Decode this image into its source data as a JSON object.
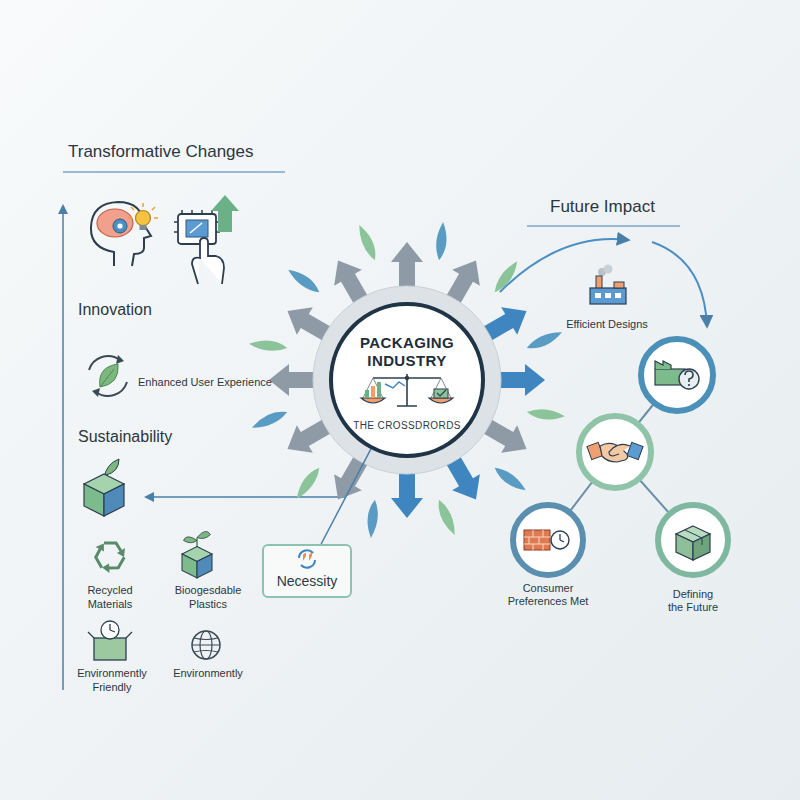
{
  "diagram": {
    "nodes": [
      {
        "text": [
          "PACKAGING INDUSTRY",
          "THE CROSSDRORDS"
        ]
      },
      {
        "text": [
          "Necessity"
        ]
      },
      {
        "text": [
          "Consumer Preferences Met"
        ]
      },
      {
        "text": [
          "Defining the Future"
        ]
      }
    ],
    "edges": [
      {
        "from": 0,
        "to": 1,
        "arrow": "none"
      }
    ],
    "labels": [
      "Transformative Changes",
      "Innovation",
      "Enhanced User Experience",
      "Sustainability",
      "Recycled Materials",
      "Bioogesdable Plastics",
      "Environmently Friendly",
      "Environmently",
      "Future Impact",
      "Efficient Designs"
    ]
  }
}
